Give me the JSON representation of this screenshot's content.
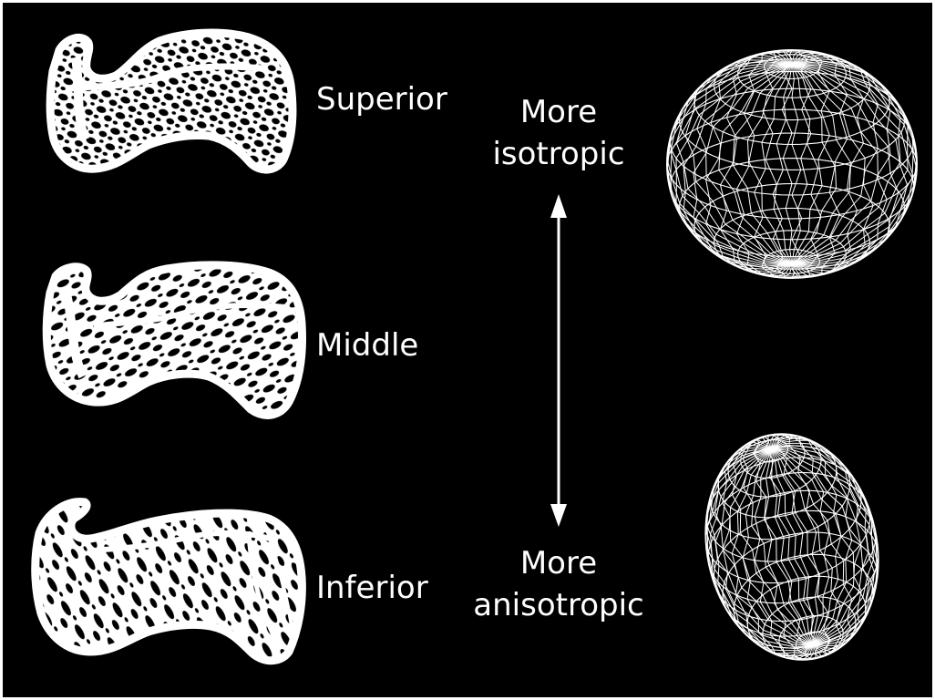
{
  "labels": {
    "superior": "Superior",
    "middle": "Middle",
    "inferior": "Inferior",
    "more_isotropic_1": "More",
    "more_isotropic_2": "isotropic",
    "more_anisotropic_1": "More",
    "more_anisotropic_2": "anisotropic"
  },
  "colors": {
    "background": "#000000",
    "foreground": "#ffffff"
  },
  "icons": {
    "arrow": "double-headed-vertical-arrow",
    "top_shape": "wireframe-sphere",
    "bottom_shape": "wireframe-ellipsoid"
  }
}
